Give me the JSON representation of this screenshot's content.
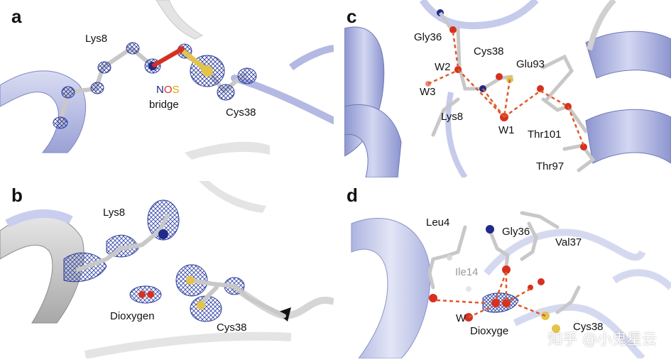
{
  "panels": {
    "a": {
      "label": "a",
      "residue1": "Lys8",
      "residue2": "Cys38",
      "nos_n": "N",
      "nos_o": "O",
      "nos_s": "S",
      "bridge": "bridge"
    },
    "b": {
      "label": "b",
      "residue1": "Lys8",
      "ligand": "Dioxygen",
      "residue2": "Cys38"
    },
    "c": {
      "label": "c",
      "gly": "Gly36",
      "cys": "Cys38",
      "w2": "W2",
      "glu": "Glu93",
      "w3": "W3",
      "lys": "Lys8",
      "w1": "W1",
      "thr101": "Thr101",
      "thr97": "Thr97"
    },
    "d": {
      "label": "d",
      "leu": "Leu4",
      "gly": "Gly36",
      "val": "Val37",
      "ile": "Ile14",
      "w": "W",
      "dioxygen": "Dioxyge",
      "cys": "Cys38"
    }
  },
  "watermark": "知乎 @小鬼星云",
  "colors": {
    "ribbon": "#b9bfe6",
    "ribbon_grey": "#d9d9d9",
    "mesh": "#2d3d9a",
    "nitrogen": "#1f2a8a",
    "oxygen": "#d7301f",
    "sulfur": "#e3c34a",
    "carbon": "#e8e8e8",
    "hbond": "#e05a2a"
  }
}
